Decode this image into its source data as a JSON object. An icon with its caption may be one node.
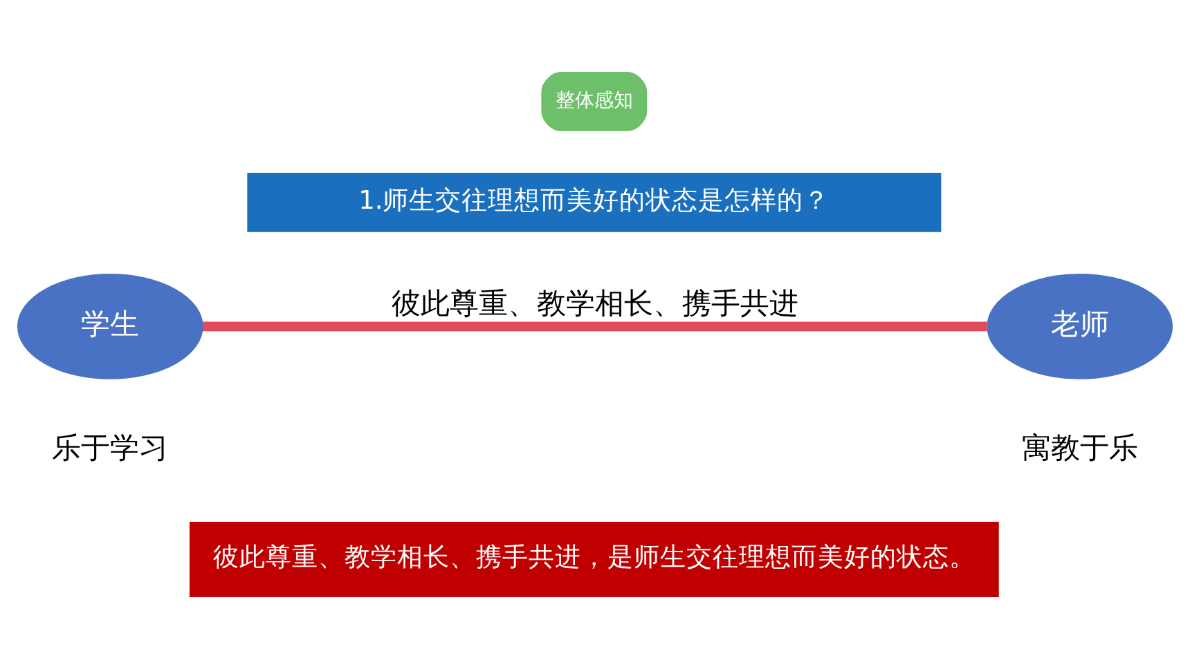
{
  "diagram": {
    "nodes": [
      {
        "text": [
          "整体感知"
        ]
      },
      {
        "text": [
          "1.师生交往理想而美好的状态是怎样的？"
        ]
      },
      {
        "text": [
          "学生"
        ],
        "beside": [
          "乐于学习"
        ]
      },
      {
        "text": [
          "老师"
        ],
        "beside": [
          "寓教于乐"
        ]
      },
      {
        "text": [
          "彼此尊重、教学相长、携手共进，是师生交往理想而美好的状态。"
        ]
      }
    ],
    "edges": [
      {
        "from": 2,
        "to": 3,
        "arrow": "none",
        "label": "彼此尊重、教学相长、携手共进"
      }
    ]
  }
}
